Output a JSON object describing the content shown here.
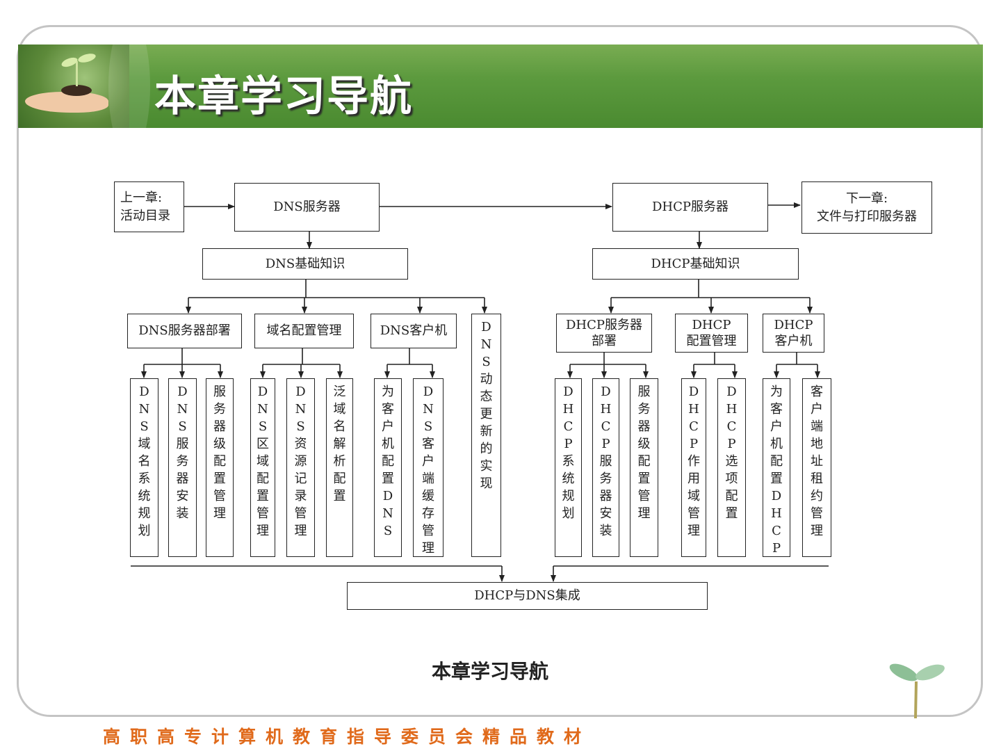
{
  "header": {
    "title": "本章学习导航"
  },
  "diagram": {
    "prev_chapter": {
      "line1": "上一章:",
      "line2": "活动目录"
    },
    "next_chapter": {
      "line1": "下一章:",
      "line2": "文件与打印服务器"
    },
    "dns": {
      "root": "DNS服务器",
      "basics": "DNS基础知识",
      "groups": [
        {
          "label": "DNS服务器部署",
          "children": [
            "DNS域名系统规划",
            "DNS服务器安装",
            "服务器级配置管理"
          ]
        },
        {
          "label": "域名配置管理",
          "children": [
            "DNS区域配置管理",
            "DNS资源记录管理",
            "泛域名解析配置"
          ]
        },
        {
          "label": "DNS客户机",
          "children": [
            "为客户机配置DNS",
            "DNS客户端缓存管理"
          ]
        }
      ],
      "standalone": "DNS动态更新的实现"
    },
    "dhcp": {
      "root": "DHCP服务器",
      "basics": "DHCP基础知识",
      "groups": [
        {
          "label_line1": "DHCP服务器",
          "label_line2": "部署",
          "children": [
            "DHCP系统规划",
            "DHCP服务器安装",
            "服务器级配置管理"
          ]
        },
        {
          "label_line1": "DHCP",
          "label_line2": "配置管理",
          "children": [
            "DHCP作用域管理",
            "DHCP选项配置"
          ]
        },
        {
          "label_line1": "DHCP",
          "label_line2": "客户机",
          "children": [
            "为客户机配置DHCP",
            "客户端地址租约管理"
          ]
        }
      ]
    },
    "integration": "DHCP与DNS集成"
  },
  "caption": "本章学习导航",
  "footer": "高职高专计算机教育指导委员会精品教材"
}
